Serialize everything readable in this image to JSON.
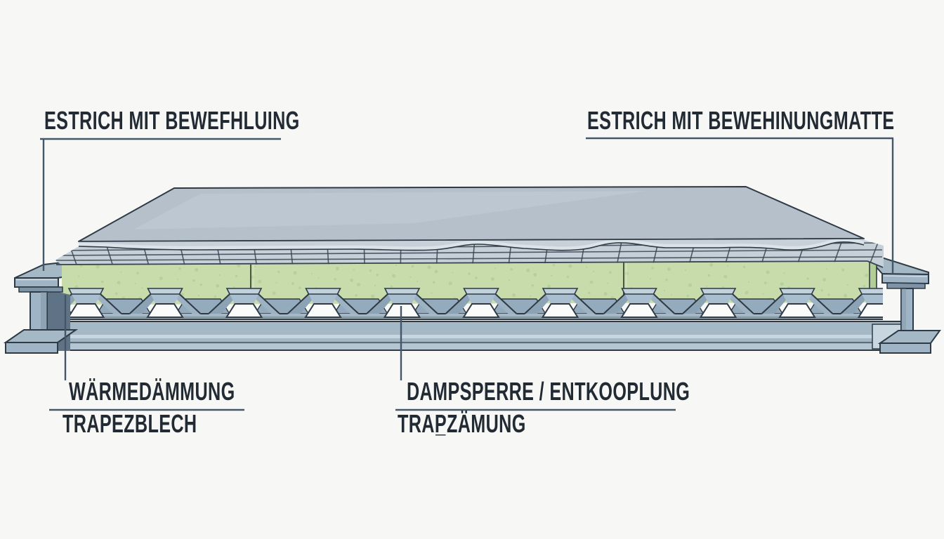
{
  "title": "Bodenaufbau Querschnitt (floor construction cross-section)",
  "labels": {
    "top_left": "ESTRICH MIT BEWEFHLUING",
    "top_right": "ESTRICH MIT BEWEHINUNGMATTE",
    "bottom_left_1": "WÄRMEDÄMMUNG",
    "bottom_left_2": "TRAPEZBLECH",
    "bottom_mid_1": "DAMPSPERRE / ENTKOOPLUNG",
    "bottom_mid_2": "TRAP̲ZÄMUNG"
  },
  "legend": {
    "leader_count": 4,
    "layer_names": [
      "screed-slab",
      "reinforcement-mesh",
      "insulation-layer",
      "trapezoidal-sheet",
      "bottom-edge-channel",
      "left-steel-beam",
      "right-steel-beam"
    ]
  },
  "palette": {
    "bg": "#f7f8f6",
    "ink": "#222a33",
    "line": "#44566a",
    "outline": "#2e3a45",
    "slab_top": "#b5c0cb",
    "slab_hi": "#c4ced8",
    "slab_front": "#c8d1d9",
    "membrane": "#dce3e9",
    "mesh_bg": "#c6d0d8",
    "mesh_line": "#39444e",
    "insulation": "#c8dcab",
    "insulation_edge": "#b3cd97",
    "speckle": "#a6c287",
    "seam": "#4a573f",
    "seam_hi": "#d8e6c2",
    "steel_light": "#c1d2dd",
    "steel_mid": "#a4b8c6",
    "steel_mid2": "#a9bece",
    "steel_slope": "#8ba3b5",
    "steel_slope2": "#9db2c2",
    "steel_back": "#93abbc",
    "steel_face": "#9fb4c4",
    "steel_dark": "#7e94a6",
    "steel_shadow": "#5f7386",
    "band_light": "#c8d6df",
    "white_hole": "#fafbfb"
  }
}
